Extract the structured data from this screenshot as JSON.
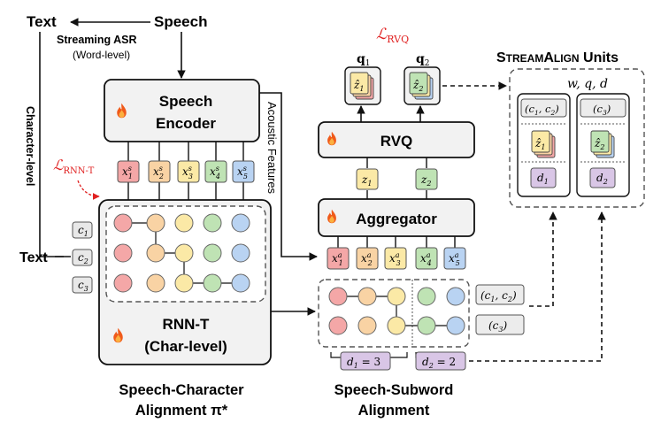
{
  "top": {
    "text_label": "Text",
    "speech_label": "Speech",
    "streaming_asr": "Streaming ASR",
    "word_level": "(Word-level)",
    "character_level": "Character-level"
  },
  "encoder": {
    "line1": "Speech",
    "line2": "Encoder"
  },
  "losses": {
    "rnnt": {
      "base": "ℒ",
      "sub": "RNN-T"
    },
    "rvq": {
      "base": "ℒ",
      "sub": "RVQ"
    }
  },
  "acoustic_features": "Acoustic Features",
  "enc_tokens": [
    {
      "base": "x",
      "sup": "s",
      "sub": "1"
    },
    {
      "base": "x",
      "sup": "s",
      "sub": "2"
    },
    {
      "base": "x",
      "sup": "s",
      "sub": "3"
    },
    {
      "base": "x",
      "sup": "s",
      "sub": "4"
    },
    {
      "base": "x",
      "sup": "s",
      "sub": "5"
    }
  ],
  "agg_tokens": [
    {
      "base": "x",
      "sup": "a",
      "sub": "1"
    },
    {
      "base": "x",
      "sup": "a",
      "sub": "2"
    },
    {
      "base": "x",
      "sup": "a",
      "sub": "3"
    },
    {
      "base": "x",
      "sup": "a",
      "sub": "4"
    },
    {
      "base": "x",
      "sup": "a",
      "sub": "5"
    }
  ],
  "chars": [
    {
      "base": "c",
      "sub": "1"
    },
    {
      "base": "c",
      "sub": "2"
    },
    {
      "base": "c",
      "sub": "3"
    }
  ],
  "rnnt": {
    "line1": "RNN-T",
    "line2": "(Char-level)"
  },
  "aggregator": "Aggregator",
  "rvq": "RVQ",
  "z_tokens": [
    {
      "base": "z",
      "sub": "1"
    },
    {
      "base": "z",
      "sub": "2"
    }
  ],
  "q_labels": [
    {
      "base": "q",
      "sub": "1"
    },
    {
      "base": "q",
      "sub": "2"
    }
  ],
  "zhat": [
    {
      "base": "ẑ",
      "sub": "1"
    },
    {
      "base": "ẑ",
      "sub": "2"
    }
  ],
  "sub_groups": [
    {
      "a": "(c",
      "a_sub": "1",
      "b": ", c",
      "b_sub": "2",
      "c": ")"
    },
    {
      "a": "(c",
      "a_sub": "3",
      "b": "",
      "b_sub": "",
      "c": ")"
    }
  ],
  "durations": [
    {
      "base": "d",
      "sub": "1",
      "rest": " = 3"
    },
    {
      "base": "d",
      "sub": "2",
      "rest": " = 2"
    }
  ],
  "units": {
    "title_s": "S",
    "title_treamlign": "TREAM",
    "title_a": "A",
    "title_lign": "LIGN",
    "title_units": " Units",
    "header": "w, q, d",
    "d_labels": [
      {
        "base": "d",
        "sub": "1"
      },
      {
        "base": "d",
        "sub": "2"
      }
    ]
  },
  "captions": {
    "char_align_1": "Speech-Character",
    "char_align_2": "Alignment π*",
    "sub_align_1": "Speech-Subword",
    "sub_align_2": "Alignment"
  },
  "colors": {
    "red": "#f4a7a7",
    "orange": "#f9d3a4",
    "yellow": "#fbe9a6",
    "green": "#bfe3b4",
    "blue": "#b9d3f2",
    "purple": "#d9c6e6",
    "loss": "#e02020",
    "box": "#f2f2f2"
  }
}
